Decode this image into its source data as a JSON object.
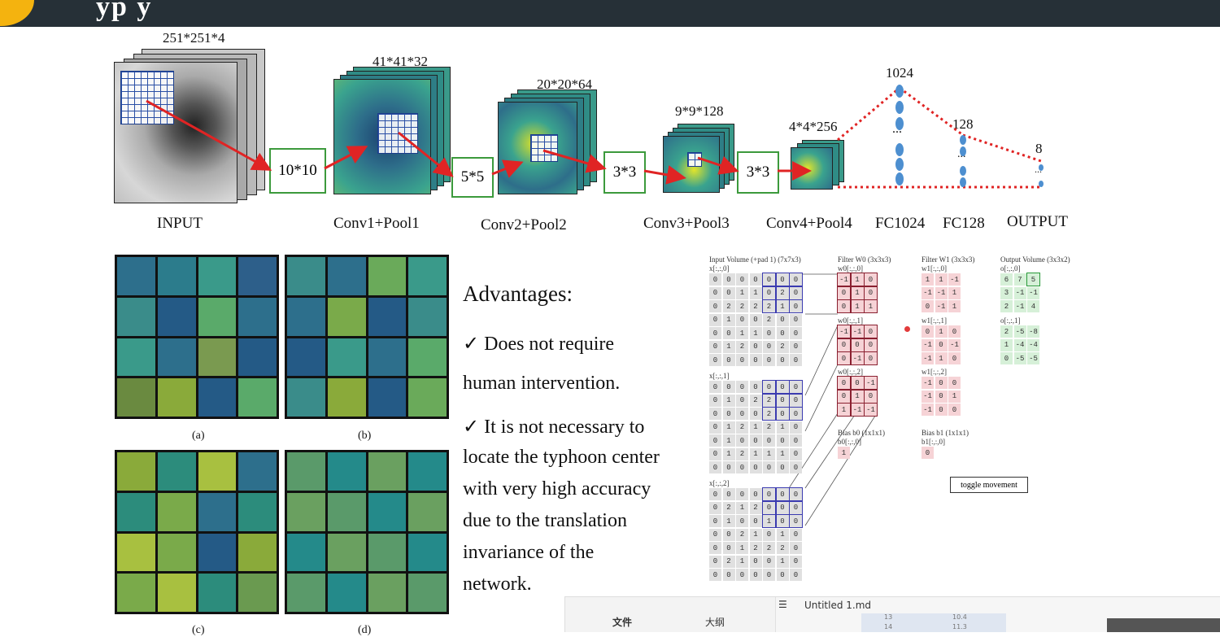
{
  "colors": {
    "topbar": "#263037",
    "logo": "#f4b30f",
    "kernel_border": "#3c9a3c",
    "arrow": "#e02424",
    "fc_dot": "#4d8fd0",
    "grid": "#2a4fa5"
  },
  "header": {
    "title_partial": "yp          y"
  },
  "cnn_diagram": {
    "input_dim": "251*251*4",
    "conv1_dim": "41*41*32",
    "conv2_dim": "20*20*64",
    "conv3_dim": "9*9*128",
    "conv4_dim": "4*4*256",
    "fc1_dim": "1024",
    "fc2_dim": "128",
    "out_dim": "8",
    "k1": "10*10",
    "k2": "5*5",
    "k3": "3*3",
    "k4": "3*3",
    "ellipsis": "...",
    "layers": [
      "INPUT",
      "Conv1+Pool1",
      "Conv2+Pool2",
      "Conv3+Pool3",
      "Conv4+Pool4",
      "FC1024",
      "FC128",
      "OUTPUT"
    ]
  },
  "feature_maps": {
    "labels": [
      "(a)",
      "(b)",
      "(c)",
      "(d)"
    ]
  },
  "advantages": {
    "heading": "Advantages:",
    "lines": [
      "✓ Does not require",
      "human intervention.",
      "✓ It is not necessary to",
      "locate the typhoon center",
      "with very high accuracy",
      "due to the translation",
      "invariance of the",
      "network."
    ]
  },
  "conv_demo": {
    "input_title": "Input Volume (+pad 1) (7x7x3)",
    "filter0_title": "Filter W0 (3x3x3)",
    "filter1_title": "Filter W1 (3x3x3)",
    "output_title": "Output Volume (3x3x2)",
    "x_labels": [
      "x[:,:,0]",
      "x[:,:,1]",
      "x[:,:,2]"
    ],
    "w0_labels": [
      "w0[:,:,0]",
      "w0[:,:,1]",
      "w0[:,:,2]"
    ],
    "w1_labels": [
      "w1[:,:,0]",
      "w1[:,:,1]",
      "w1[:,:,2]"
    ],
    "o_labels": [
      "o[:,:,0]",
      "o[:,:,1]"
    ],
    "x": [
      [
        [
          0,
          0,
          0,
          0,
          0,
          0,
          0
        ],
        [
          0,
          0,
          1,
          1,
          0,
          2,
          0
        ],
        [
          0,
          2,
          2,
          2,
          2,
          1,
          0
        ],
        [
          0,
          1,
          0,
          0,
          2,
          0,
          0
        ],
        [
          0,
          0,
          1,
          1,
          0,
          0,
          0
        ],
        [
          0,
          1,
          2,
          0,
          0,
          2,
          0
        ],
        [
          0,
          0,
          0,
          0,
          0,
          0,
          0
        ]
      ],
      [
        [
          0,
          0,
          0,
          0,
          0,
          0,
          0
        ],
        [
          0,
          1,
          0,
          2,
          2,
          0,
          0
        ],
        [
          0,
          0,
          0,
          0,
          2,
          0,
          0
        ],
        [
          0,
          1,
          2,
          1,
          2,
          1,
          0
        ],
        [
          0,
          1,
          0,
          0,
          0,
          0,
          0
        ],
        [
          0,
          1,
          2,
          1,
          1,
          1,
          0
        ],
        [
          0,
          0,
          0,
          0,
          0,
          0,
          0
        ]
      ],
      [
        [
          0,
          0,
          0,
          0,
          0,
          0,
          0
        ],
        [
          0,
          2,
          1,
          2,
          0,
          0,
          0
        ],
        [
          0,
          1,
          0,
          0,
          1,
          0,
          0
        ],
        [
          0,
          0,
          2,
          1,
          0,
          1,
          0
        ],
        [
          0,
          0,
          1,
          2,
          2,
          2,
          0
        ],
        [
          0,
          2,
          1,
          0,
          0,
          1,
          0
        ],
        [
          0,
          0,
          0,
          0,
          0,
          0,
          0
        ]
      ]
    ],
    "w0": [
      [
        [
          -1,
          1,
          0
        ],
        [
          0,
          1,
          0
        ],
        [
          0,
          1,
          1
        ]
      ],
      [
        [
          -1,
          -1,
          0
        ],
        [
          0,
          0,
          0
        ],
        [
          0,
          -1,
          0
        ]
      ],
      [
        [
          0,
          0,
          -1
        ],
        [
          0,
          1,
          0
        ],
        [
          1,
          -1,
          -1
        ]
      ]
    ],
    "w1": [
      [
        [
          1,
          1,
          -1
        ],
        [
          -1,
          -1,
          1
        ],
        [
          0,
          -1,
          1
        ]
      ],
      [
        [
          0,
          1,
          0
        ],
        [
          -1,
          0,
          -1
        ],
        [
          -1,
          1,
          0
        ]
      ],
      [
        [
          -1,
          0,
          0
        ],
        [
          -1,
          0,
          1
        ],
        [
          -1,
          0,
          0
        ]
      ]
    ],
    "out": [
      [
        [
          6,
          7,
          5
        ],
        [
          3,
          -1,
          -1
        ],
        [
          2,
          -1,
          4
        ]
      ],
      [
        [
          2,
          -5,
          -8
        ],
        [
          1,
          -4,
          -4
        ],
        [
          0,
          -5,
          -5
        ]
      ]
    ],
    "bias0_title": "Bias b0 (1x1x1)",
    "bias0_label": "b0[:,:,0]",
    "bias0_value": "1",
    "bias1_title": "Bias b1 (1x1x1)",
    "bias1_label": "b1[:,:,0]",
    "bias1_value": "0",
    "toggle_label": "toggle movement"
  },
  "editor": {
    "tab_file": "文件",
    "tab_outline": "大纲",
    "filename": "Untitled 1.md",
    "menu_glyph": "☰",
    "row1_a": "13",
    "row1_b": "10.4",
    "row2_a": "14",
    "row2_b": "11.3"
  }
}
